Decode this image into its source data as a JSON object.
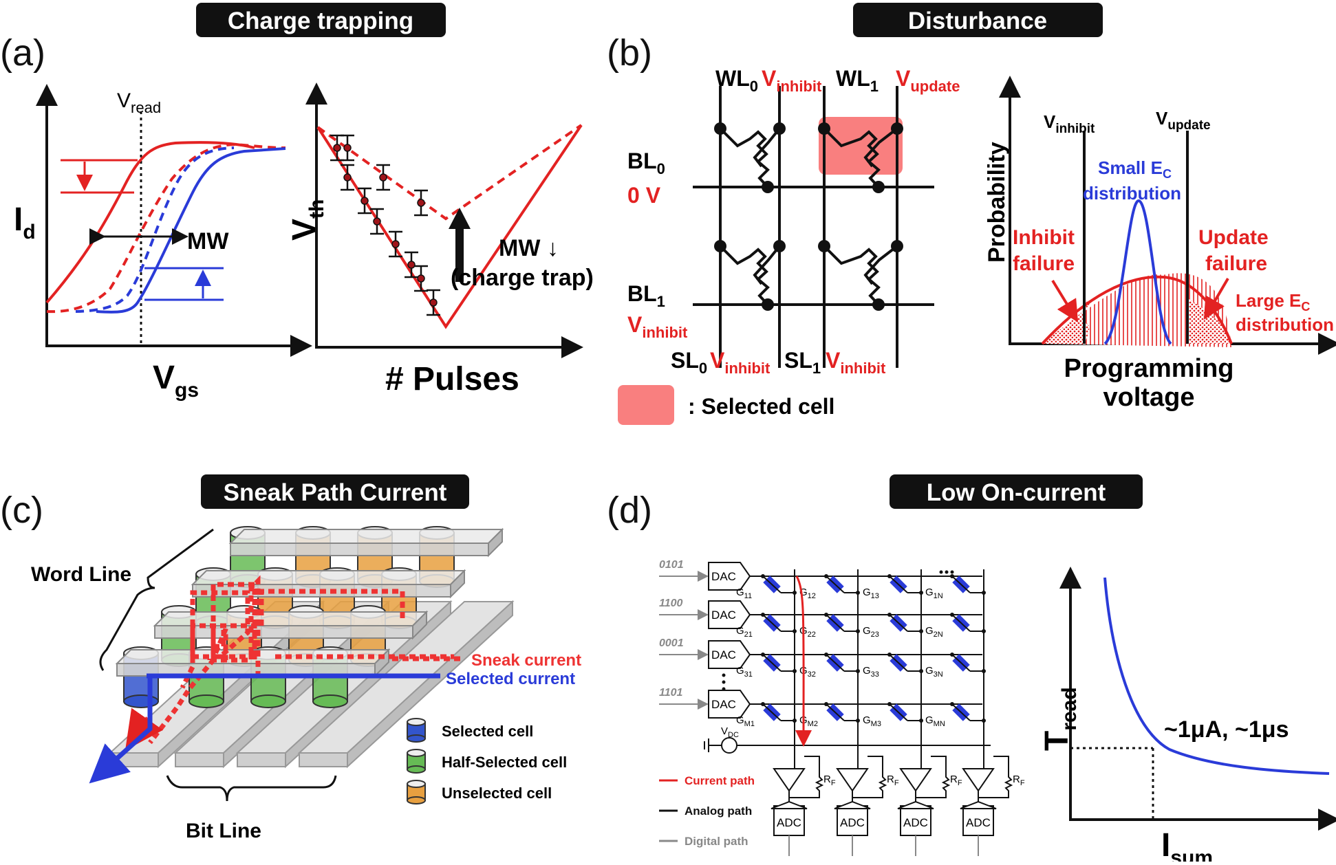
{
  "banners": {
    "a": "Charge trapping",
    "b": "Disturbance",
    "c": "Sneak Path Current",
    "d": "Low On-current"
  },
  "panel_labels": {
    "a": "(a)",
    "b": "(b)",
    "c": "(c)",
    "d": "(d)"
  },
  "panel_a": {
    "left_plot": {
      "y_label": "I",
      "y_sub": "d",
      "x_label": "V",
      "x_sub": "gs",
      "vread": "V",
      "vread_sub": "read",
      "mw": "MW"
    },
    "right_plot": {
      "y_label": "V",
      "y_sub": "th",
      "x_label": "# Pulses",
      "mw_down": "MW ↓",
      "charge_trap": "(charge trap)"
    }
  },
  "panel_b": {
    "wl0": "WL",
    "wl0_sub": "0",
    "wl1": "WL",
    "wl1_sub": "1",
    "v_inhibit": "V",
    "v_inhibit_sub": "inhibit",
    "v_update": "V",
    "v_update_sub": "update",
    "bl0": "BL",
    "bl0_sub": "0",
    "bl0_v": "0 V",
    "bl1": "BL",
    "bl1_sub": "1",
    "sl0": "SL",
    "sl0_sub": "0",
    "sl1": "SL",
    "sl1_sub": "1",
    "selected_cell_legend": ": Selected cell",
    "dist": {
      "y_label": "Probability",
      "x_label_1": "Programming",
      "x_label_2": "voltage",
      "v_inhibit": "V",
      "v_inhibit_sub": "inhibit",
      "v_update": "V",
      "v_update_sub": "update",
      "small_ec_1": "Small E",
      "small_ec_sub": "C",
      "small_ec_2": "distribution",
      "inhibit_1": "Inhibit",
      "inhibit_2": "failure",
      "update_1": "Update",
      "update_2": "failure",
      "large_ec_1": "Large E",
      "large_ec_sub": "C",
      "large_ec_2": "distribution"
    }
  },
  "panel_c": {
    "word_line": "Word Line",
    "bit_line": "Bit Line",
    "sneak_current": "Sneak current",
    "selected_current": "Selected current",
    "legend": [
      "Selected cell",
      "Half-Selected cell",
      "Unselected cell"
    ],
    "colors": {
      "selected": "#3355cc",
      "half": "#66bb55",
      "unselected": "#e8a040",
      "sneak": "#ee3333"
    }
  },
  "panel_d": {
    "inputs": [
      "0101",
      "1100",
      "0001",
      "1101"
    ],
    "dac": "DAC",
    "adc": "ADC",
    "vdc": "V",
    "vdc_sub": "DC",
    "rf": "R",
    "rf_sub": "F",
    "conductances": [
      [
        "11",
        "12",
        "13",
        "1N"
      ],
      [
        "21",
        "22",
        "23",
        "2N"
      ],
      [
        "31",
        "32",
        "33",
        "3N"
      ],
      [
        "M1",
        "M2",
        "M3",
        "MN"
      ]
    ],
    "g": "G",
    "legend": [
      "Current path",
      "Analog path",
      "Digital path"
    ],
    "plot": {
      "y_label": "T",
      "y_sub": "read",
      "x_label": "I",
      "x_sub": "sum",
      "annotation": "~1μA, ~1μs"
    }
  }
}
